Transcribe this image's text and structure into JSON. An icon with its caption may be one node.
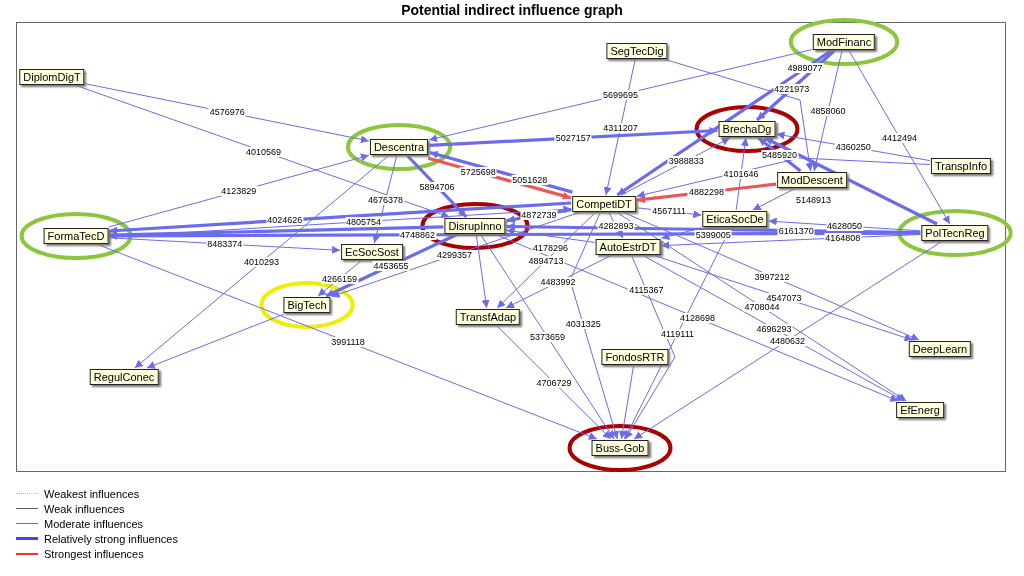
{
  "diagram": {
    "title": "Potential indirect influence graph",
    "nodes": [
      {
        "text": [
          "DiplomDigT"
        ]
      },
      {
        "text": [
          "SegTecDig"
        ]
      },
      {
        "text": [
          "ModFinanc"
        ]
      },
      {
        "text": [
          "Descentra"
        ]
      },
      {
        "text": [
          "BrechaDg"
        ]
      },
      {
        "text": [
          "TranspInfo"
        ]
      },
      {
        "text": [
          "ModDescent"
        ]
      },
      {
        "text": [
          "CompetiDT"
        ]
      },
      {
        "text": [
          "EticaSocDe"
        ]
      },
      {
        "text": [
          "FormaTecD"
        ]
      },
      {
        "text": [
          "EcSocSost"
        ]
      },
      {
        "text": [
          "DisrupInno"
        ]
      },
      {
        "text": [
          "PolTecnReg"
        ]
      },
      {
        "text": [
          "AutoEstrDT"
        ]
      },
      {
        "text": [
          "BigTech"
        ]
      },
      {
        "text": [
          "TransfAdap"
        ]
      },
      {
        "text": [
          "RegulConec"
        ]
      },
      {
        "text": [
          "FondosRTR"
        ]
      },
      {
        "text": [
          "DeepLearn"
        ]
      },
      {
        "text": [
          "EfEnerg"
        ]
      },
      {
        "text": [
          "Buss-Gob"
        ]
      }
    ],
    "edges": [
      {
        "from": 0,
        "to": 3,
        "arrow": "to",
        "label": "4576976"
      },
      {
        "from": 0,
        "to": 11,
        "arrow": "to",
        "label": "4010569"
      },
      {
        "from": 9,
        "to": 3,
        "arrow": "to",
        "label": "4123829"
      },
      {
        "from": 9,
        "to": 10,
        "arrow": "to",
        "label": "8483374"
      },
      {
        "from": 9,
        "to": 7,
        "arrow": "to",
        "label": "4805754"
      },
      {
        "from": 9,
        "to": 20,
        "arrow": "to",
        "label": "3991118"
      },
      {
        "from": 3,
        "to": 16,
        "arrow": "to",
        "label": "4010293"
      },
      {
        "from": 14,
        "to": 16,
        "arrow": "to"
      },
      {
        "from": 1,
        "to": 7,
        "arrow": "to",
        "label": "4311207"
      },
      {
        "from": 1,
        "to": 6,
        "arrow": "to"
      },
      {
        "from": 2,
        "to": 4,
        "arrow": "to",
        "label": "4221973",
        "style": "thick"
      },
      {
        "from": 2,
        "to": 6,
        "arrow": "to",
        "label": "4858060"
      },
      {
        "from": 2,
        "to": 12,
        "arrow": "to",
        "label": "4412494"
      },
      {
        "from": 2,
        "to": 3,
        "arrow": "to",
        "label": "5699695"
      },
      {
        "from": 2,
        "to": 7,
        "arrow": "to",
        "label": "4989077",
        "style": "thick"
      },
      {
        "from": 5,
        "to": 4,
        "arrow": "to",
        "label": "4360250"
      },
      {
        "from": 5,
        "to": 7,
        "arrow": "to"
      },
      {
        "from": 3,
        "to": 7,
        "arrow": "to",
        "label": "5725698",
        "style": "thick",
        "color": "#ee5555"
      },
      {
        "from": 6,
        "to": 7,
        "arrow": "to",
        "label": "4882298",
        "style": "thick",
        "color": "#ee5555"
      },
      {
        "from": 7,
        "to": 3,
        "arrow": "to",
        "label": "5051628",
        "style": "thick"
      },
      {
        "from": 3,
        "to": 4,
        "arrow": "to",
        "label": "5027157",
        "style": "thick"
      },
      {
        "from": 7,
        "to": 4,
        "arrow": "to",
        "label": "3988833"
      },
      {
        "from": 6,
        "to": 4,
        "arrow": "to",
        "label": "5485920",
        "style": "thick"
      },
      {
        "from": 8,
        "to": 4,
        "arrow": "to",
        "label": "4101646"
      },
      {
        "from": 3,
        "to": 10,
        "arrow": "to",
        "label": "4676378"
      },
      {
        "from": 3,
        "to": 11,
        "arrow": "to",
        "label": "5894706",
        "style": "thick"
      },
      {
        "from": 7,
        "to": 11,
        "arrow": "to",
        "label": "4872739",
        "style": "thick"
      },
      {
        "from": 7,
        "to": 9,
        "arrow": "to",
        "label": "4024626",
        "style": "thick"
      },
      {
        "from": 11,
        "to": 9,
        "arrow": "to",
        "style": "thick"
      },
      {
        "from": 11,
        "to": 14,
        "arrow": "to",
        "label": "4453655",
        "style": "thick"
      },
      {
        "from": 10,
        "to": 14,
        "arrow": "to",
        "label": "4266159"
      },
      {
        "from": 7,
        "to": 14,
        "arrow": "to",
        "label": "4299357"
      },
      {
        "from": 11,
        "to": 15,
        "arrow": "to"
      },
      {
        "from": 7,
        "to": 15,
        "arrow": "to",
        "label": "4894713"
      },
      {
        "from": 13,
        "to": 15,
        "arrow": "to",
        "label": "4483992"
      },
      {
        "from": 15,
        "to": 20,
        "arrow": "to",
        "label": "4706729"
      },
      {
        "from": 11,
        "to": 20,
        "arrow": "to",
        "label": "5373659"
      },
      {
        "from": 7,
        "to": 20,
        "arrow": "to",
        "label": "4031325"
      },
      {
        "from": 17,
        "to": 20,
        "arrow": "to"
      },
      {
        "from": 13,
        "to": 20,
        "arrow": "to",
        "label": "4115367"
      },
      {
        "from": 12,
        "to": 20,
        "arrow": "to",
        "label": "4480632"
      },
      {
        "from": 8,
        "to": 20,
        "arrow": "to",
        "label": "4119111"
      },
      {
        "from": 7,
        "to": 18,
        "arrow": "to",
        "label": "3997212"
      },
      {
        "from": 13,
        "to": 18,
        "arrow": "to",
        "label": "4547073"
      },
      {
        "from": 11,
        "to": 19,
        "arrow": "to",
        "label": "4128698"
      },
      {
        "from": 7,
        "to": 19,
        "arrow": "to",
        "label": "4708044"
      },
      {
        "from": 13,
        "to": 19,
        "arrow": "to",
        "label": "4696293"
      },
      {
        "from": 12,
        "to": 9,
        "arrow": "to",
        "label": "4748862",
        "style": "thick"
      },
      {
        "from": 12,
        "to": 4,
        "arrow": "to",
        "style": "thick"
      },
      {
        "from": 12,
        "to": 11,
        "arrow": "to",
        "label": "6161370",
        "style": "thick"
      },
      {
        "from": 8,
        "to": 13,
        "arrow": "to",
        "label": "5399005"
      },
      {
        "from": 12,
        "to": 13,
        "arrow": "to",
        "label": "4164808"
      },
      {
        "from": 12,
        "to": 8,
        "arrow": "to",
        "label": "4628050"
      },
      {
        "from": 6,
        "to": 8,
        "arrow": "to",
        "label": "5148913"
      },
      {
        "from": 7,
        "to": 8,
        "arrow": "to",
        "label": "4567111"
      },
      {
        "from": 7,
        "to": 13,
        "arrow": "to",
        "label": "4282893"
      },
      {
        "from": 13,
        "to": 11,
        "arrow": "to",
        "label": "4178296"
      }
    ],
    "legend": [
      {
        "text": "Weakest influences"
      },
      {
        "text": "Weak influences"
      },
      {
        "text": "Moderate influences"
      },
      {
        "text": "Relatively strong influences"
      },
      {
        "text": "Strongest influences"
      }
    ]
  }
}
